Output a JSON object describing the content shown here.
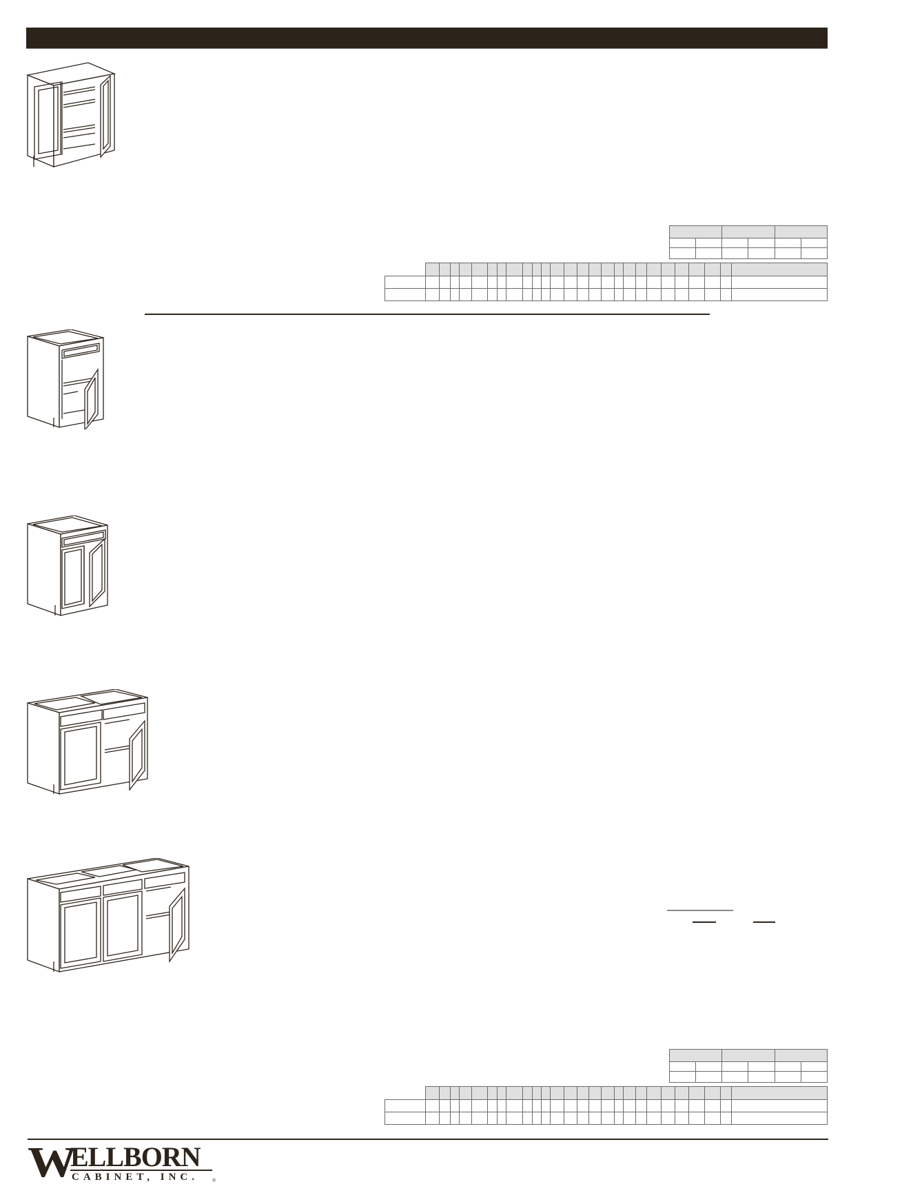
{
  "header": {
    "title": ""
  },
  "products": [
    {
      "name": "wall-cabinet-double-door",
      "label": ""
    },
    {
      "name": "base-cabinet-single-door",
      "label": ""
    },
    {
      "name": "base-cabinet-double-door",
      "label": ""
    },
    {
      "name": "base-cabinet-two-drawer-double-door",
      "label": ""
    },
    {
      "name": "base-cabinet-three-drawer-triple-door",
      "label": ""
    }
  ],
  "tables": {
    "top_dimensions": {
      "groups": [
        "",
        "",
        ""
      ],
      "rows": [
        [
          "",
          "",
          "",
          "",
          "",
          ""
        ]
      ]
    },
    "top_pricing": {
      "header": [],
      "rows": [
        [
          ""
        ],
        [
          ""
        ]
      ]
    },
    "bottom_dimensions": {
      "groups": [
        "",
        "",
        ""
      ],
      "rows": [
        [
          "",
          "",
          "",
          "",
          "",
          ""
        ]
      ]
    },
    "bottom_pricing": {
      "header": [],
      "rows": [
        [
          ""
        ],
        [
          ""
        ]
      ]
    }
  },
  "colors": {
    "brand": "#2c231a",
    "table_header": "#e0e0e0",
    "table_border": "#6e6a66"
  },
  "footer": {
    "logo_initial": "W",
    "logo_rest": "ELLBORN",
    "logo_sub": "CABINET, INC.",
    "logo_reg": "®"
  }
}
